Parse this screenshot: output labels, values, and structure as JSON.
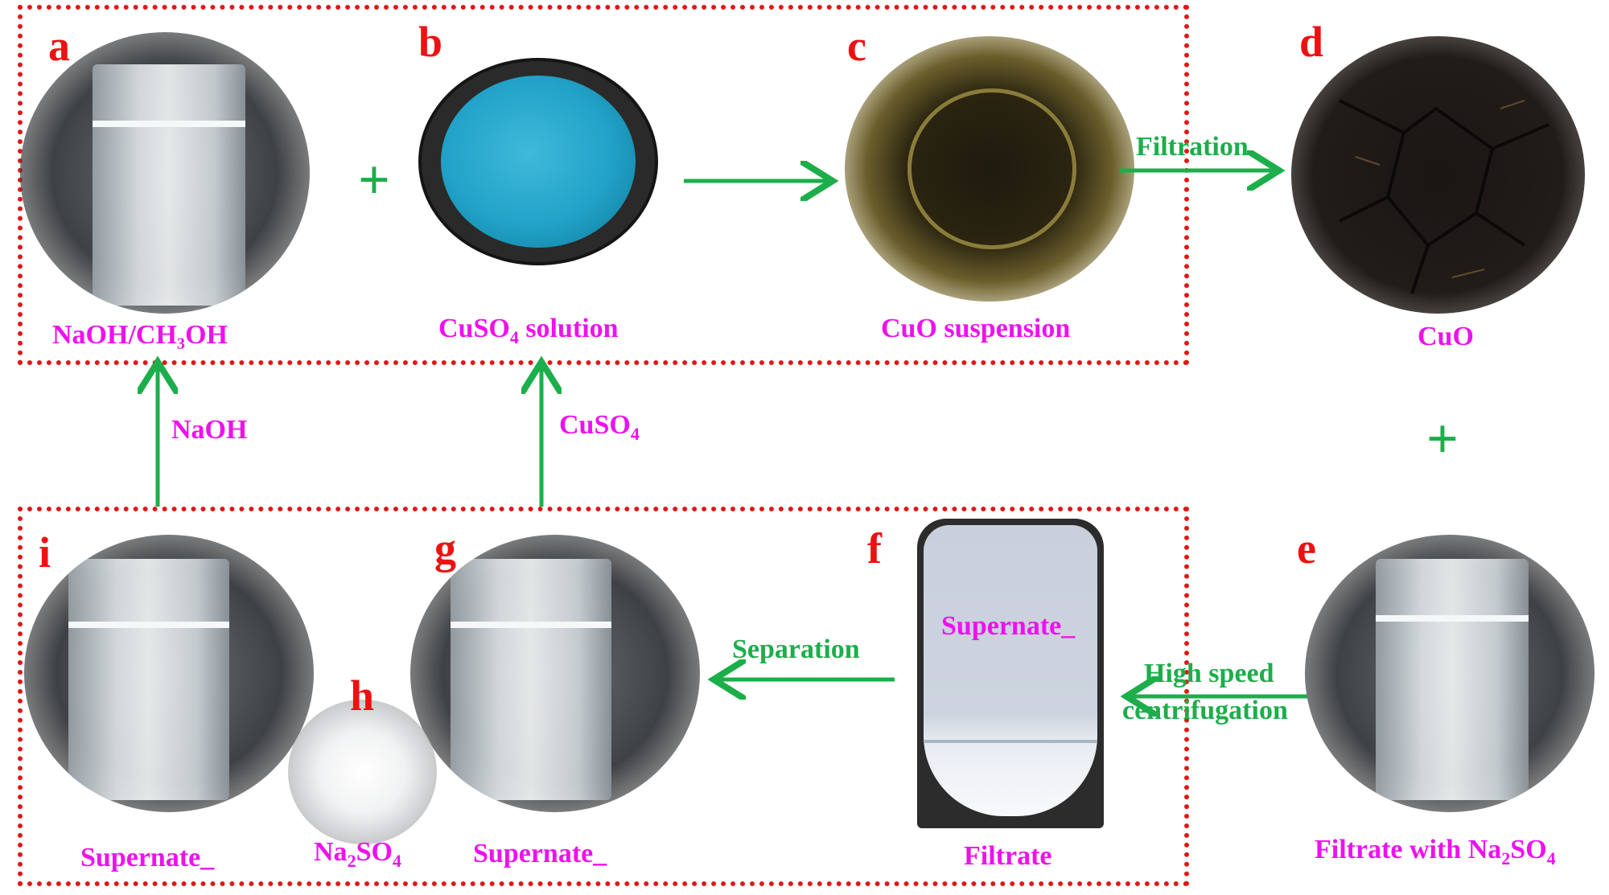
{
  "panels": {
    "a": {
      "letter": "a",
      "caption": "NaOH/CH₃OH"
    },
    "b": {
      "letter": "b",
      "caption_main": "CuSO",
      "caption_sub": "4",
      "caption_rest": " solution"
    },
    "c": {
      "letter": "c",
      "caption": "CuO suspension"
    },
    "d": {
      "letter": "d",
      "caption": "CuO"
    },
    "e": {
      "letter": "e",
      "caption_main": "Filtrate with Na",
      "caption_sub": "2",
      "caption_rest": "SO",
      "caption_sub2": "4"
    },
    "f": {
      "letter": "f",
      "caption": "Filtrate",
      "inner_label": "Supernate_"
    },
    "g": {
      "letter": "g",
      "caption": "Supernate_"
    },
    "h": {
      "letter": "h",
      "caption_main": "Na",
      "caption_sub": "2",
      "caption_rest": "SO",
      "caption_sub2": "4"
    },
    "i": {
      "letter": "i",
      "caption": "Supernate_"
    }
  },
  "arrows": {
    "filtration": "Filtration",
    "separation": "Separation",
    "high_speed_1": "High speed",
    "high_speed_2": "centrifugation",
    "naoh": "NaOH",
    "cuso4_main": "CuSO",
    "cuso4_sub": "4"
  },
  "plus_signs": [
    "+",
    "+"
  ],
  "colors": {
    "box_border": "#e01818",
    "letters": "#ee1111",
    "captions": "#ee11ee",
    "arrows": "#1cae4a"
  }
}
